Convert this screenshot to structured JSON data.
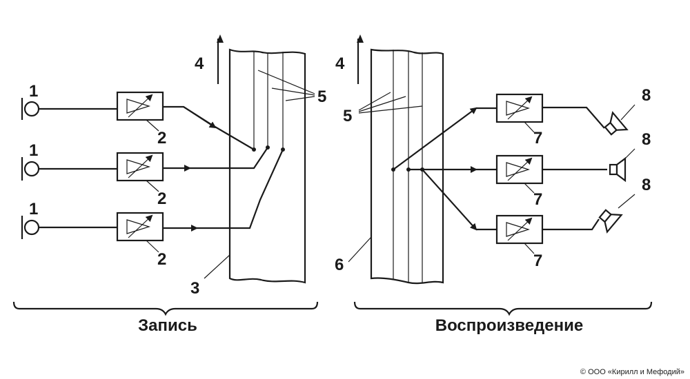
{
  "labels": {
    "microphone": "1",
    "amplifier_rec": "2",
    "tape_rec": "3",
    "direction": "4",
    "tracks": "5",
    "tape_play": "6",
    "amplifier_play": "7",
    "speaker": "8"
  },
  "captions": {
    "record": "Запись",
    "playback": "Воспроизведение"
  },
  "copyright": "© ООО «Кирилл и Мефодий»",
  "colors": {
    "ink": "#1a1a1a",
    "background": "#ffffff"
  }
}
